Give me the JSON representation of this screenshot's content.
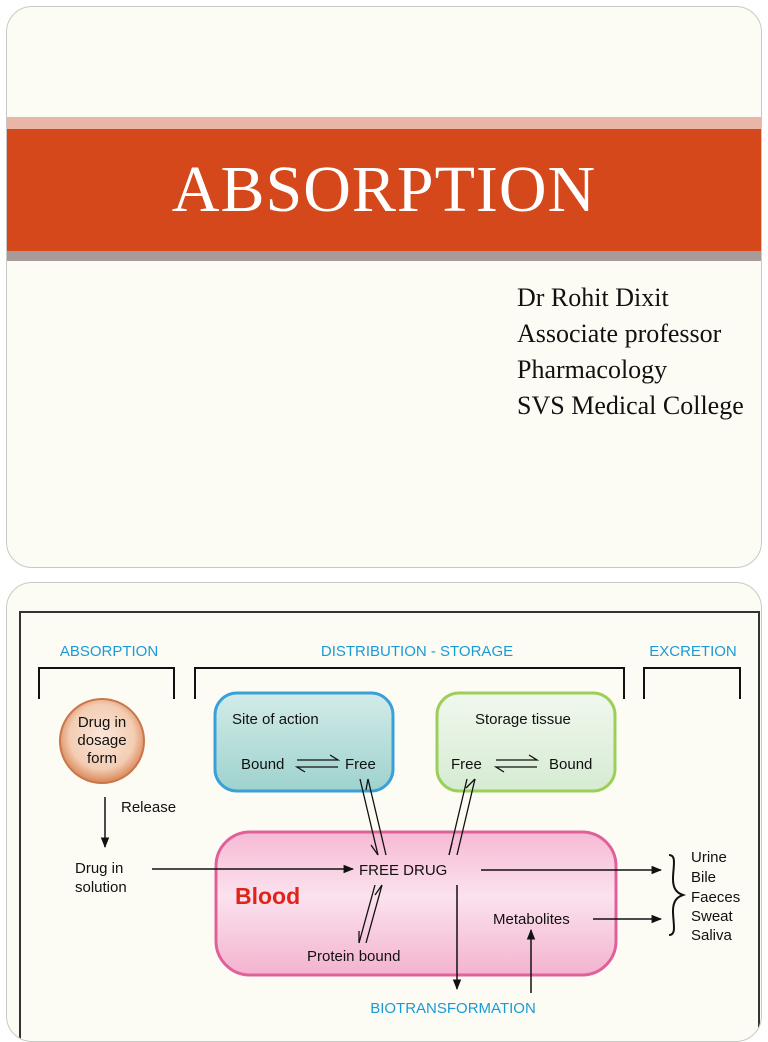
{
  "slide1": {
    "title": "ABSORPTION",
    "author_lines": [
      "Dr Rohit Dixit",
      "Associate professor",
      "Pharmacology",
      "SVS Medical College"
    ]
  },
  "slide2": {
    "headers": {
      "absorption": "ABSORPTION",
      "distribution": "DISTRIBUTION - STORAGE",
      "excretion": "EXCRETION"
    },
    "dosage_form": [
      "Drug in",
      "dosage",
      "form"
    ],
    "release": "Release",
    "solution": [
      "Drug in",
      "solution"
    ],
    "site_of_action": {
      "title": "Site of action",
      "left": "Bound",
      "right": "Free"
    },
    "storage_tissue": {
      "title": "Storage tissue",
      "left": "Free",
      "right": "Bound"
    },
    "blood": "Blood",
    "free_drug": "FREE DRUG",
    "protein_bound": "Protein bound",
    "metabolites": "Metabolites",
    "biotransformation": "BIOTRANSFORMATION",
    "excretion_routes": [
      "Urine",
      "Bile",
      "Faeces",
      "Sweat",
      "Saliva"
    ],
    "colors": {
      "header_blue": "#1a9ad6",
      "blood_pink": "#f7c8dc",
      "blood_border": "#e0609a",
      "site_box": "#bfe2df",
      "site_border": "#3aa0d8",
      "storage_box": "#e6f2e2",
      "storage_border": "#9ccf5a",
      "blood_text": "#e2231a"
    }
  }
}
